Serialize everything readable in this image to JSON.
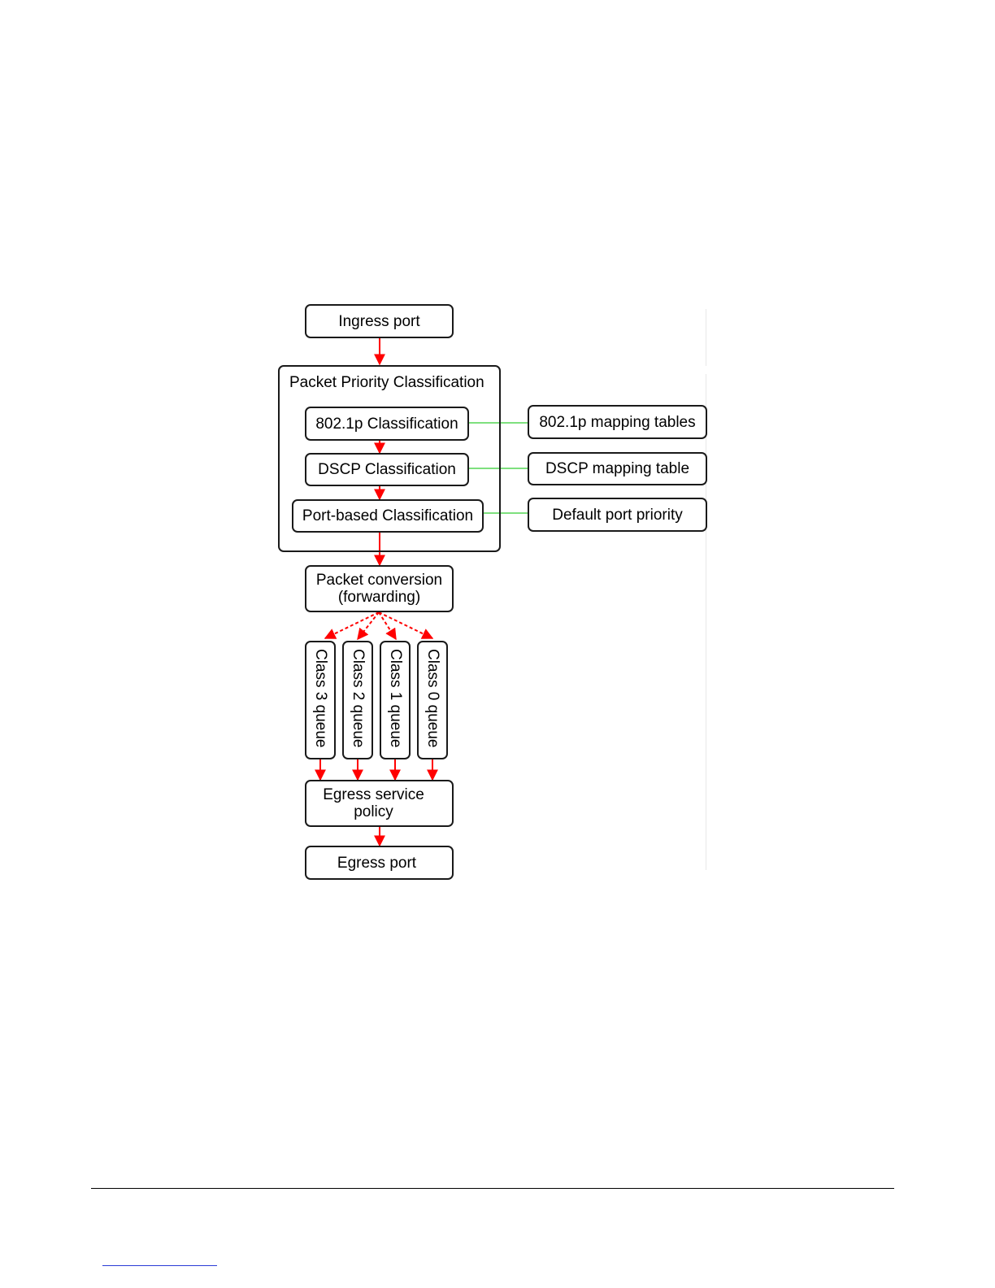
{
  "diagram": {
    "ingress_port": "Ingress port",
    "classification_group": {
      "title": "Packet Priority Classification",
      "steps": [
        "802.1p Classification",
        "DSCP Classification",
        "Port-based Classification"
      ]
    },
    "mapping_sources": [
      "802.1p mapping tables",
      "DSCP mapping table",
      "Default port priority"
    ],
    "packet_conversion": {
      "line1": "Packet conversion",
      "line2": "(forwarding)"
    },
    "queues": [
      "Class 3 queue",
      "Class 2 queue",
      "Class 1 queue",
      "Class 0 queue"
    ],
    "egress_policy": {
      "line1": "Egress service",
      "line2": "policy"
    },
    "egress_port": "Egress port",
    "colors": {
      "flow_arrow": "#ff0000",
      "mapping_link": "#7ee07e",
      "box_border": "#1a1a1a"
    }
  }
}
